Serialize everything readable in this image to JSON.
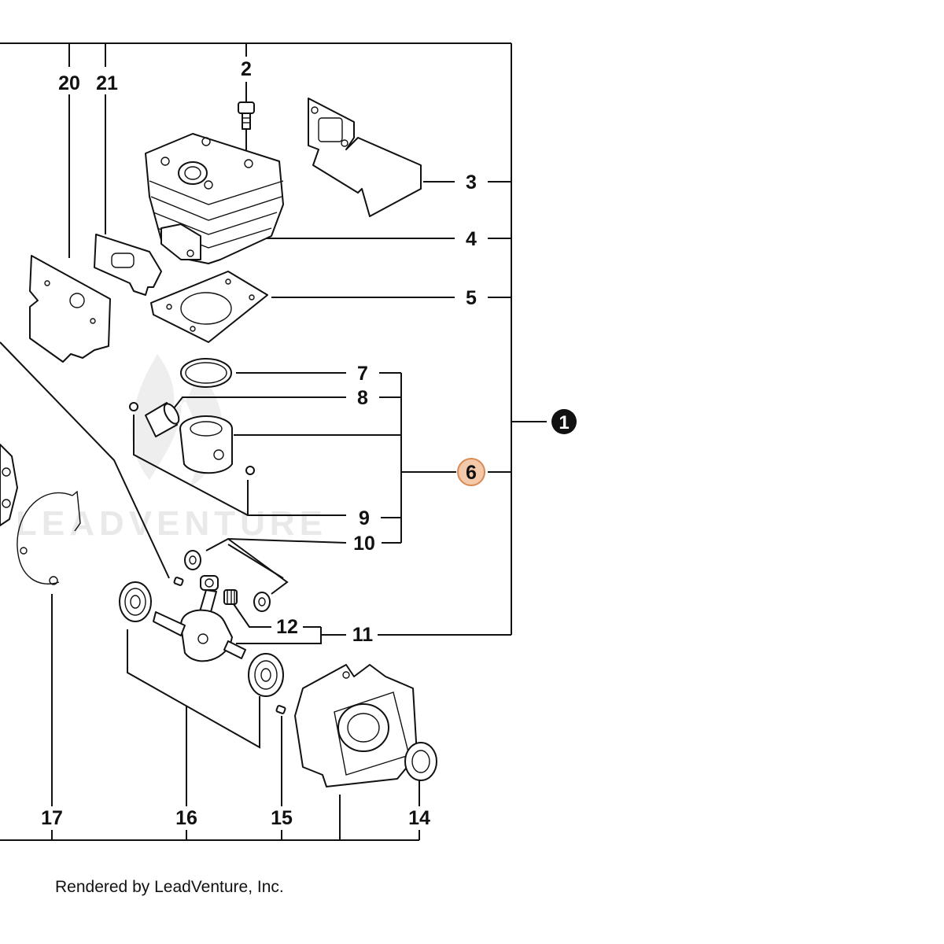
{
  "diagram": {
    "callouts": {
      "c1": "1",
      "c2": "2",
      "c3": "3",
      "c4": "4",
      "c5": "5",
      "c6": "6",
      "c7": "7",
      "c8": "8",
      "c9": "9",
      "c10": "10",
      "c11": "11",
      "c12": "12",
      "c14": "14",
      "c15": "15",
      "c16": "16",
      "c17": "17",
      "c20": "20",
      "c21": "21"
    },
    "highlight_color": "#f3c9a9",
    "highlight_stroke": "#d98a52"
  },
  "watermark": {
    "text": "LEADVENTURE"
  },
  "footer": {
    "credit": "Rendered by LeadVenture, Inc."
  }
}
